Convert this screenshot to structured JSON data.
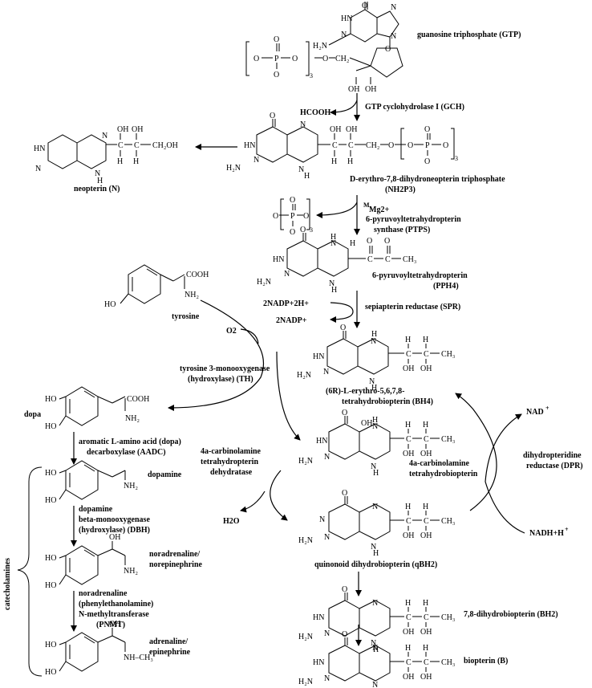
{
  "compounds": {
    "gtp": "guanosine triphosphate (GTP)",
    "nh2p3_a": "D-erythro-7,8-dihydroneopterin triphosphate",
    "nh2p3_b": "(NH2P3)",
    "neopterin": "neopterin (N)",
    "pph4_a": "6-pyruvoyltetrahydropterin",
    "pph4_b": "(PPH4)",
    "tyrosine": "tyrosine",
    "bh4_a": "(6R)-L-erythro-5,6,7,8-",
    "bh4_b": "tetrahydrobiopterin (BH4)",
    "dopa": "dopa",
    "carb_a": "4a-carbinolamine",
    "carb_b": "tetrahydrobiopterin",
    "dopamine": "dopamine",
    "qbh2": "quinonoid dihydrobiopterin (qBH2)",
    "noradr_a": "noradrenaline/",
    "noradr_b": "norepinephrine",
    "bh2": "7,8-dihydrobiopterin (BH2)",
    "adr_a": "adrenaline/",
    "adr_b": "epinephrine",
    "biopterin": "biopterin (B)",
    "catecholamines": "catecholamines"
  },
  "enzymes": {
    "gch": "GTP cyclohydrolase I (GCH)",
    "ptps_a": "6-pyruvoyltetrahydropterin",
    "ptps_b": "synthase (PTPS)",
    "spr": "sepiapterin reductase (SPR)",
    "th_a": "tyrosine 3-monooxygenase",
    "th_b": "(hydroxylase) (TH)",
    "aadc_a": "aromatic L-amino acid (dopa)",
    "aadc_b": "decarboxylase (AADC)",
    "dehyd_a": "4a-carbinolamine",
    "dehyd_b": "tetrahydropterin",
    "dehyd_c": "dehydratase",
    "dpr_a": "dihydropteridine",
    "dpr_b": "reductase (DPR)",
    "dbh_a": "dopamine",
    "dbh_b": "beta-monooxygenase",
    "dbh_c": "(hydroxylase) (DBH)",
    "pnmt_a": "noradrenaline",
    "pnmt_b": "(phenylethanolamine)",
    "pnmt_c": "N-methyltransferase",
    "pnmt_d": "(PNMT)"
  },
  "cofactors": {
    "hcooh": "HCOOH",
    "mg": "Mg2+",
    "mg_prefix": "M",
    "nadph_in": "2NADP+2H+",
    "nadp_out": "2NADP+",
    "o2": "O2",
    "h2o": "H2O",
    "nad": "NAD",
    "nad_sup": "+",
    "nadh": "NADH+H",
    "nadh_sup": "+"
  }
}
